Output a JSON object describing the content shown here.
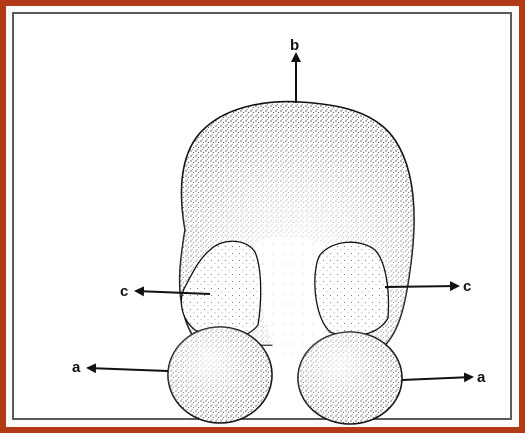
{
  "labels": {
    "top": "b",
    "left_upper": "c",
    "right_upper": "c",
    "left_lower": "a",
    "right_lower": "a"
  },
  "colors": {
    "frame": "#b33a17",
    "ink": "#111111"
  }
}
